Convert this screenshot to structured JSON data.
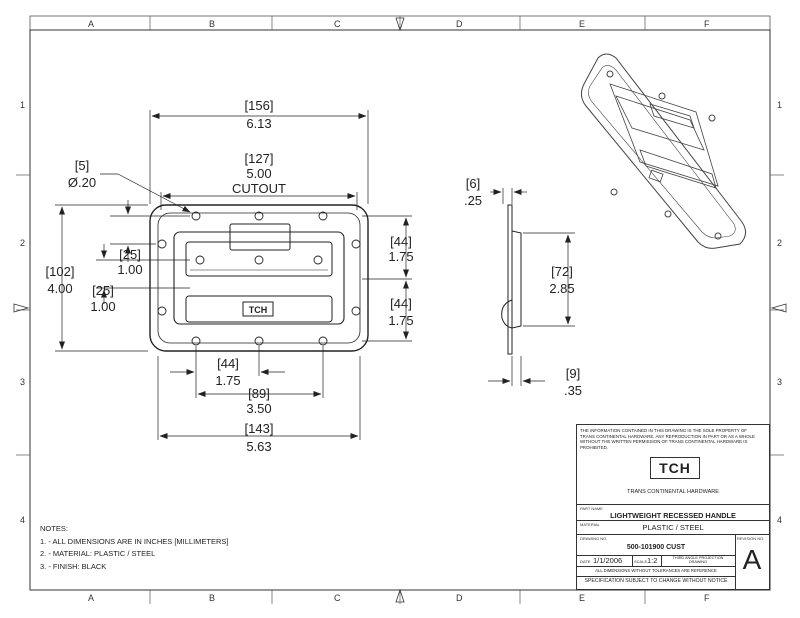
{
  "zones": {
    "columns": [
      "A",
      "B",
      "C",
      "D",
      "E",
      "F"
    ],
    "rows": [
      "1",
      "2",
      "3",
      "4"
    ]
  },
  "dimensions": {
    "overall_width_mm": "[156]",
    "overall_width_in": "6.13",
    "cutout_width_mm": "[127]",
    "cutout_width_in": "5.00",
    "cutout_label": "CUTOUT",
    "hole_dia_mm": "[5]",
    "hole_dia_in": "Ø.20",
    "height_mm": "[102]",
    "height_in": "4.00",
    "offset1_mm": "[25]",
    "offset1_in": "1.00",
    "offset2_mm": "[25]",
    "offset2_in": "1.00",
    "right_upper_mm": "[44]",
    "right_upper_in": "1.75",
    "right_lower_mm": "[44]",
    "right_lower_in": "1.75",
    "bottom_44_mm": "[44]",
    "bottom_44_in": "1.75",
    "bottom_89_mm": "[89]",
    "bottom_89_in": "3.50",
    "bottom_143_mm": "[143]",
    "bottom_143_in": "5.63",
    "side_thick_mm": "[6]",
    "side_thick_in": ".25",
    "side_height_mm": "[72]",
    "side_height_in": "2.85",
    "side_depth_mm": "[9]",
    "side_depth_in": ".35"
  },
  "handle_logo": "TCH",
  "notes": {
    "heading": "NOTES:",
    "items": [
      "1. - ALL DIMENSIONS ARE IN INCHES [MILLIMETERS]",
      "2. - MATERIAL: PLASTIC / STEEL",
      "3. - FINISH: BLACK"
    ]
  },
  "title_block": {
    "proprietary": [
      "THE INFORMATION CONTAINED IN THIS DRAWING IS THE SOLE PROPERTY OF",
      "TRANS CONTINENTAL HARDWARE.  ANY REPRODUCTION IN PART OR AS A WHOLE",
      "WITHOUT THE WRITTEN PERMISSION OF TRANS CONTINENTAL HARDWARE IS PROHIBITED."
    ],
    "logo": "TCH",
    "company": "TRANS CONTINENTAL HARDWARE",
    "part_name_label": "PART NAME",
    "part_name": "LIGHTWEIGHT RECESSED HANDLE",
    "material_label": "MATERIAL",
    "material": "PLASTIC / STEEL",
    "drawing_no_label": "DRAWING NO.",
    "drawing_no": "500-101900 CUST",
    "revision_label": "REVISION NO.",
    "revision": "A",
    "date_label": "DATE",
    "date": "1/1/2006",
    "scale_label": "SCALE",
    "scale": "1:2",
    "projection": "THIRD ANGLE PROJECTION DRAWING",
    "tolerance_note": "ALL DIMENSIONS WITHOUT TOLERANCES ARE REFERENCE",
    "spec_note": "SPECIFICATION SUBJECT TO CHANGE WITHOUT NOTICE"
  }
}
